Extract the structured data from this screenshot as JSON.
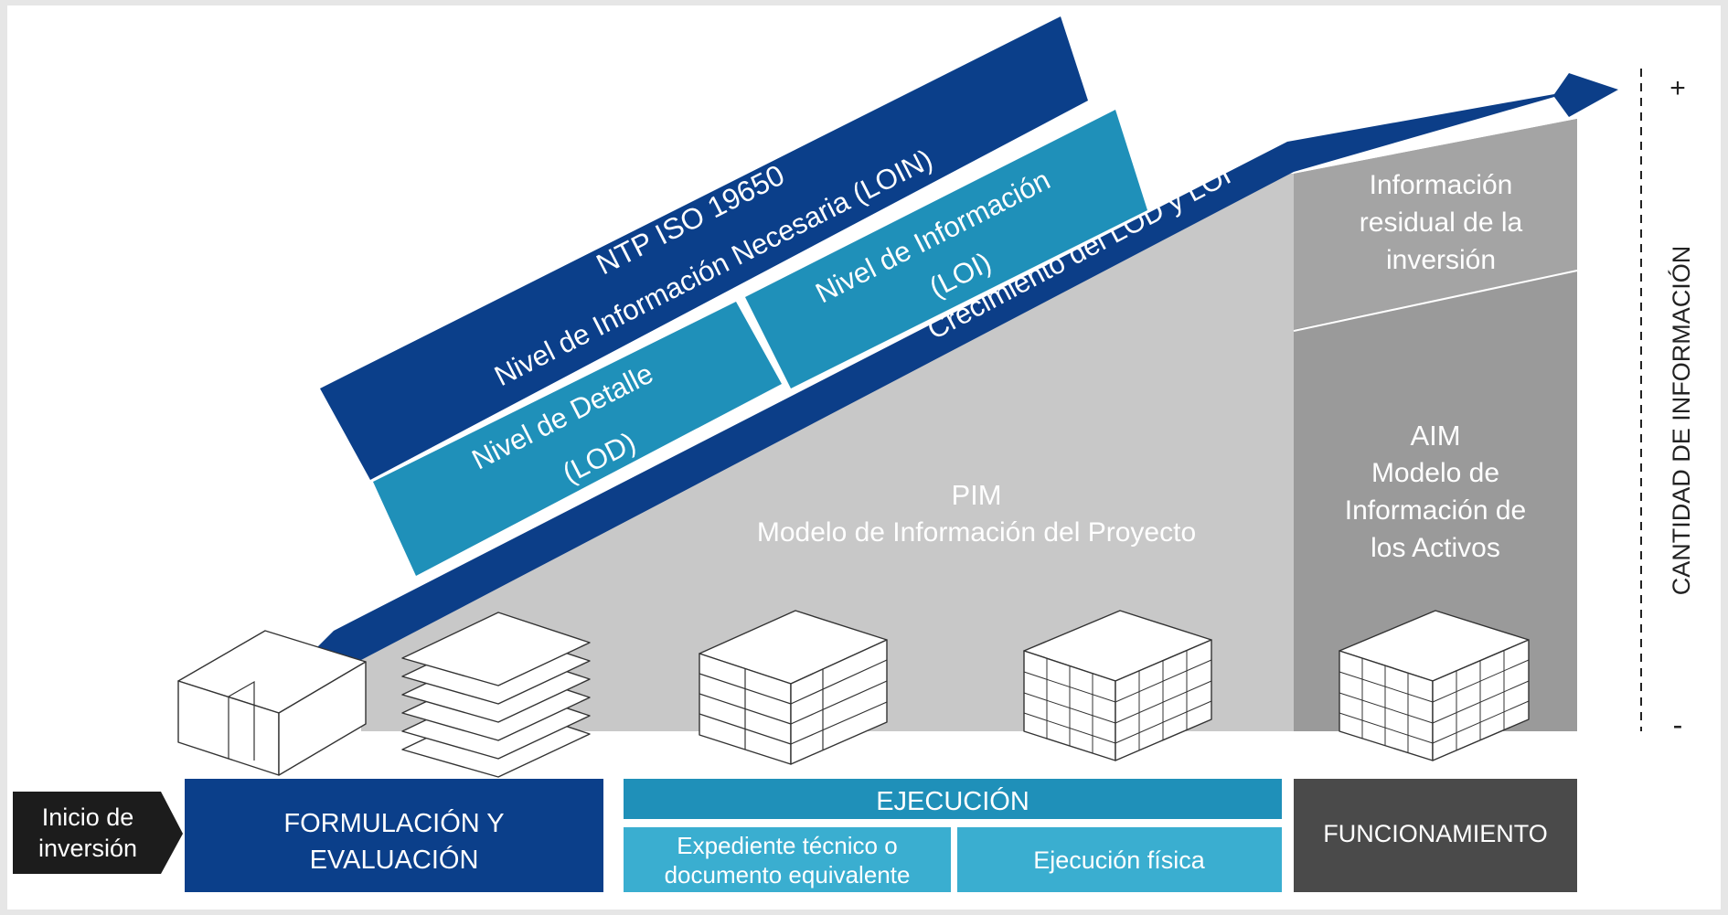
{
  "colors": {
    "dark_blue": "#0b3f8a",
    "arrow_blue": "#0c3e88",
    "mid_blue": "#1f90b9",
    "teal": "#2a9fc4",
    "light_teal": "#3aaed0",
    "gray_light": "#c8c8c8",
    "gray_mid": "#a4a4a4",
    "gray_dark": "#9a9a9a",
    "charcoal": "#4a4a4a",
    "black": "#1c1c1c"
  },
  "banners": {
    "ntp_line1": "NTP ISO 19650",
    "ntp_line2": "Nivel de Información Necesaria (LOIN)",
    "lod_line1": "Nivel de Detalle",
    "lod_line2": "(LOD)",
    "loi_line1": "Nivel de Información",
    "loi_line2": "(LOI)"
  },
  "arrow": {
    "label": "Crecimiento del LOD y LOI"
  },
  "pim": {
    "title": "PIM",
    "subtitle": "Modelo de Información del Proyecto"
  },
  "residual": {
    "line1": "Información",
    "line2": "residual de la",
    "line3": "inversión"
  },
  "aim": {
    "title": "AIM",
    "line1": "Modelo de",
    "line2": "Información de",
    "line3": "los Activos"
  },
  "axis": {
    "label": "CANTIDAD DE INFORMACIÓN",
    "plus": "+",
    "minus": "-"
  },
  "phases": {
    "start_line1": "Inicio de",
    "start_line2": "inversión",
    "formulacion_line1": "FORMULACIÓN Y",
    "formulacion_line2": "EVALUACIÓN",
    "ejecucion": "EJECUCIÓN",
    "expediente_line1": "Expediente técnico o",
    "expediente_line2": "documento equivalente",
    "ejecucion_fisica": "Ejecución física",
    "funcionamiento": "FUNCIONAMIENTO"
  },
  "icons": [
    "building-block-icon",
    "stacked-floors-icon",
    "building-frame-icon",
    "building-facade-icon",
    "building-complete-icon"
  ]
}
